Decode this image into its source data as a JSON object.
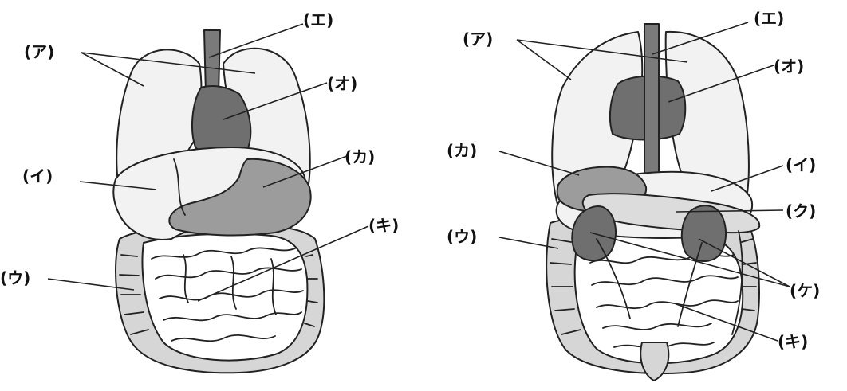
{
  "labels": {
    "a": "(ア)",
    "i": "(イ)",
    "u": "(ウ)",
    "e": "(エ)",
    "o": "(オ)",
    "ka": "(カ)",
    "ki": "(キ)",
    "ku": "(ク)",
    "ke": "(ケ)"
  },
  "colors": {
    "outline": "#222222",
    "light_organ": "#f2f2f2",
    "white_organ": "#ffffff",
    "mid_gray": "#9c9c9c",
    "dark_gray": "#6a6a6a",
    "light_gray": "#cfcfcf"
  }
}
